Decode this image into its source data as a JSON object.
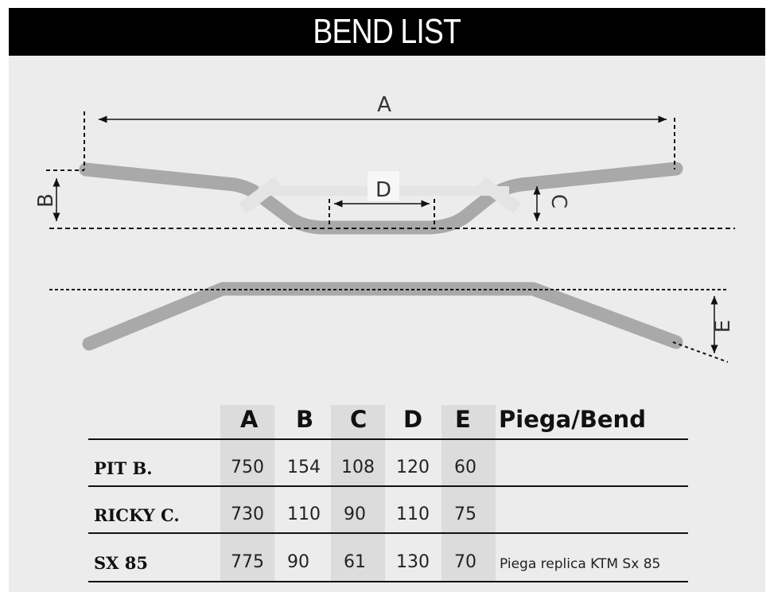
{
  "title": "BEND LIST",
  "diagram": {
    "labels": {
      "A": "A",
      "B": "B",
      "C": "C",
      "D": "D",
      "E": "E"
    },
    "bar_color": "#a9a9a9",
    "background": "#ececec"
  },
  "table": {
    "columns": [
      "A",
      "B",
      "C",
      "D",
      "E"
    ],
    "bend_header": "Piega/Bend",
    "rows": [
      {
        "name": "PIT B.",
        "A": "750",
        "B": "154",
        "C": "108",
        "D": "120",
        "E": "60",
        "bend": ""
      },
      {
        "name": "RICKY C.",
        "A": "730",
        "B": "110",
        "C": "90",
        "D": "110",
        "E": "75",
        "bend": ""
      },
      {
        "name": "SX 85",
        "A": "775",
        "B": "90",
        "C": "61",
        "D": "130",
        "E": "70",
        "bend": "Piega replica KTM Sx 85"
      }
    ]
  }
}
